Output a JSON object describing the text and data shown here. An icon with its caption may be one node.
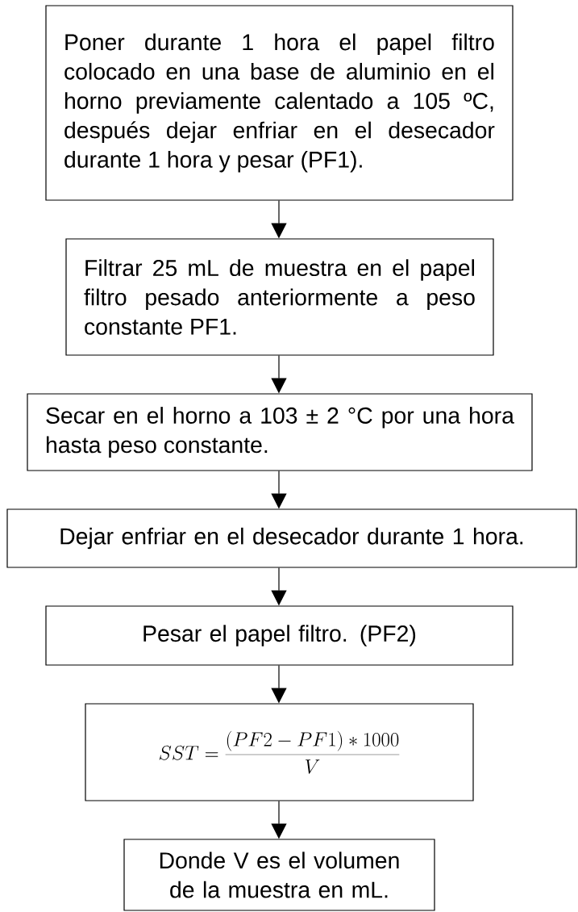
{
  "diagram": {
    "nodes": [
      {
        "text": [
          "Poner durante 1 hora el papel filtro colocado en una base de aluminio en el horno  previamente calentado a 105 ºC, después dejar enfriar en el desecador durante  1 hora y  pesar (PF1)."
        ]
      },
      {
        "text": [
          "Filtrar 25 mL de muestra en el papel filtro pesado anteriormente a peso constante PF1."
        ]
      },
      {
        "text": [
          "Secar en  el horno a 103 ± 2 °C por una hora hasta peso constante."
        ]
      },
      {
        "text": [
          "Dejar enfriar en el  desecador durante 1 hora."
        ]
      },
      {
        "text": [
          "Pesar el papel filtro. (PF2)"
        ]
      },
      {
        "text": [
          "SST=\\frac{\\left(PF2-PF1\\right)*1000}{V}"
        ]
      },
      {
        "text": [
          "Donde V es el volumen de la muestra en mL."
        ]
      }
    ],
    "edges": [
      {
        "from": 0,
        "to": 1,
        "arrow": "to"
      },
      {
        "from": 1,
        "to": 2,
        "arrow": "to"
      },
      {
        "from": 2,
        "to": 3,
        "arrow": "to"
      },
      {
        "from": 3,
        "to": 4,
        "arrow": "to"
      },
      {
        "from": 4,
        "to": 5,
        "arrow": "to"
      },
      {
        "from": 5,
        "to": 6,
        "arrow": "to"
      }
    ]
  }
}
